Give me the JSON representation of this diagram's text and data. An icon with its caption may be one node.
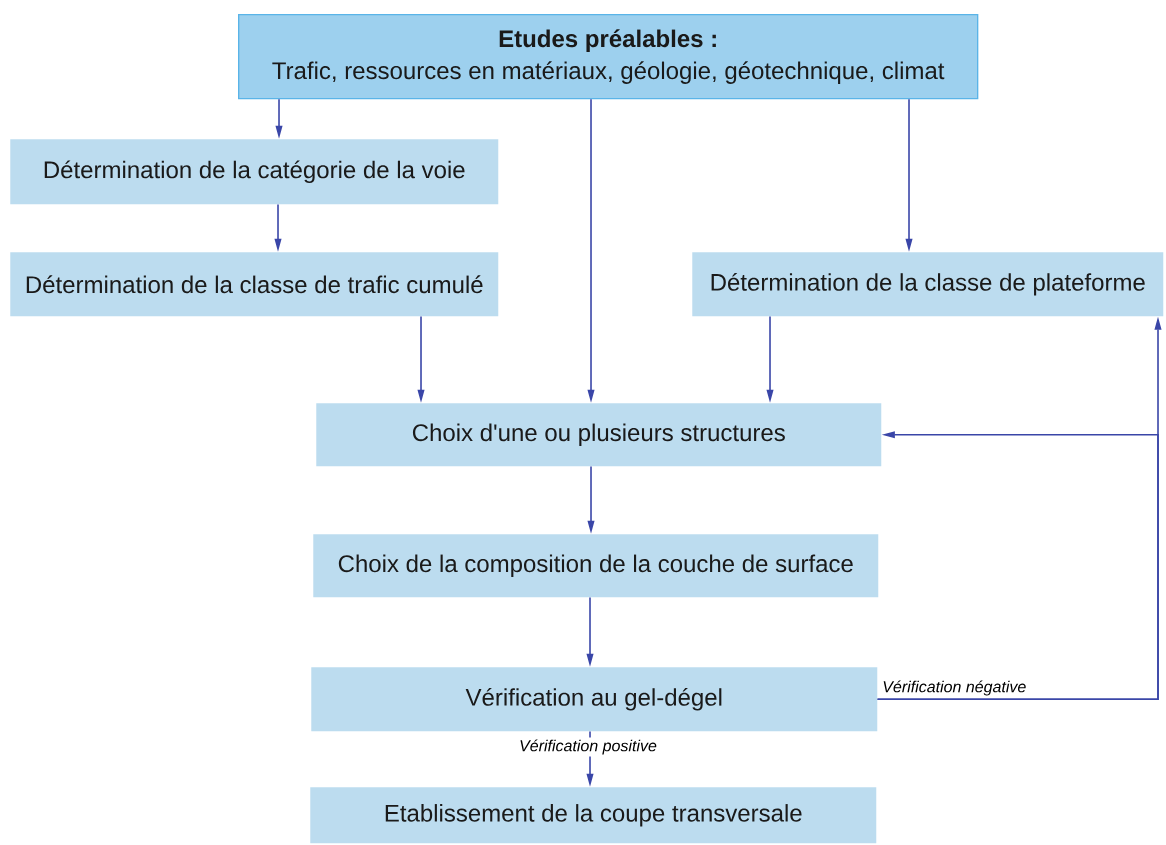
{
  "diagram": {
    "nodes": [
      {
        "text": [
          "Etudes préalables :",
          "Trafic, ressources en matériaux, géologie, géotechnique, climat"
        ]
      },
      {
        "text": [
          "Détermination de la catégorie de la voie"
        ]
      },
      {
        "text": [
          "Détermination de la classe de trafic cumulé"
        ]
      },
      {
        "text": [
          "Détermination de la classe de plateforme"
        ]
      },
      {
        "text": [
          "Choix d'une ou plusieurs structures"
        ]
      },
      {
        "text": [
          "Choix de la composition de la couche de surface"
        ]
      },
      {
        "text": [
          "Vérification au gel-dégel"
        ]
      },
      {
        "text": [
          "Etablissement de la coupe transversale"
        ]
      }
    ],
    "edges": [
      {
        "from": 0,
        "to": 1,
        "arrow": "to"
      },
      {
        "from": 1,
        "to": 2,
        "arrow": "to"
      },
      {
        "from": 0,
        "to": 4,
        "arrow": "to"
      },
      {
        "from": 0,
        "to": 3,
        "arrow": "to"
      },
      {
        "from": 2,
        "to": 4,
        "arrow": "to"
      },
      {
        "from": 3,
        "to": 4,
        "arrow": "to"
      },
      {
        "from": 4,
        "to": 5,
        "arrow": "to"
      },
      {
        "from": 5,
        "to": 6,
        "arrow": "to"
      },
      {
        "from": 6,
        "to": 7,
        "arrow": "to",
        "label": "Vérification positive"
      },
      {
        "from": 6,
        "to": 3,
        "arrow": "to",
        "label": "Vérification négative"
      },
      {
        "from": 6,
        "to": 4,
        "arrow": "to"
      }
    ]
  }
}
